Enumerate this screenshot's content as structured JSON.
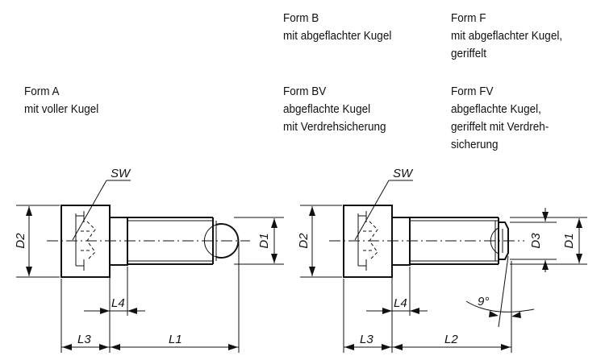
{
  "forms": {
    "b": {
      "title": "Form B",
      "desc": "mit abgeflachter Kugel"
    },
    "f": {
      "title": "Form F",
      "desc1": "mit abgeflachter Kugel,",
      "desc2": "geriffelt"
    },
    "a": {
      "title": "Form A",
      "desc": "mit voller Kugel"
    },
    "bv": {
      "title": "Form BV",
      "desc1": "abgeflachte Kugel",
      "desc2": "mit Verdrehsicherung"
    },
    "fv": {
      "title": "Form FV",
      "desc1": "abgeflachte Kugel,",
      "desc2": "geriffelt mit Verdreh-",
      "desc3": "sicherung"
    }
  },
  "left_drawing": {
    "sw": "SW",
    "d2": "D2",
    "d1": "D1",
    "l4": "L4",
    "l3": "L3",
    "l1": "L1"
  },
  "right_drawing": {
    "sw": "SW",
    "d2": "D2",
    "d3": "D3",
    "d1": "D1",
    "l4": "L4",
    "l3": "L3",
    "l2": "L2",
    "angle": "9°"
  }
}
